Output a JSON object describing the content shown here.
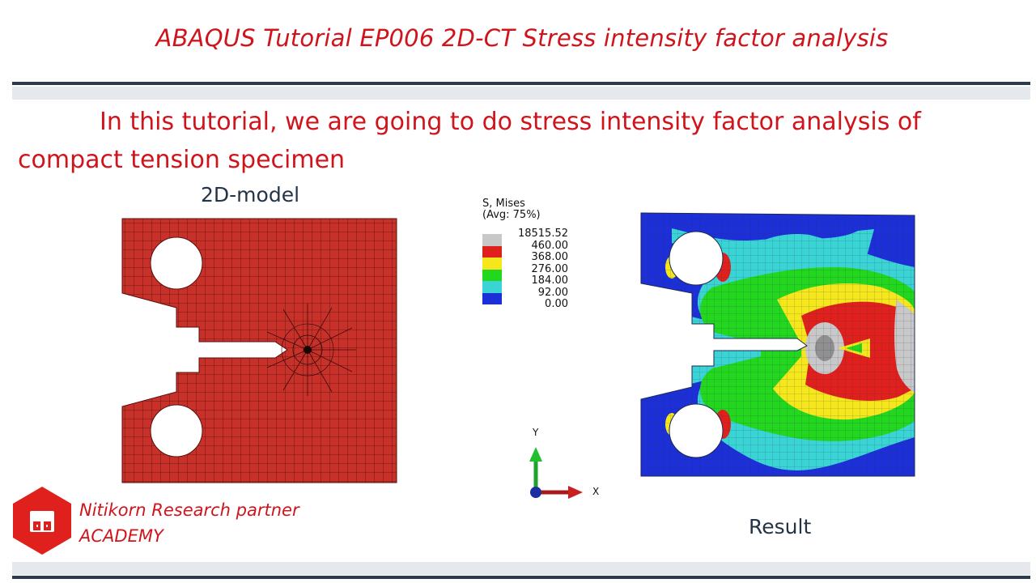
{
  "slide": {
    "title": "ABAQUS Tutorial EP006 2D-CT Stress intensity factor analysis",
    "intro_line1": "In this tutorial, we are going to do stress intensity factor analysis of",
    "intro_line2": "compact tension specimen"
  },
  "figures": {
    "model_caption": "2D-model",
    "result_caption": "Result"
  },
  "legend": {
    "title_line1": "S, Mises",
    "title_line2": "(Avg: 75%)",
    "values": [
      "18515.52",
      "460.00",
      "368.00",
      "276.00",
      "184.00",
      "92.00",
      "0.00"
    ],
    "colors": [
      "#c8c8c8",
      "#e0201c",
      "#f5e71c",
      "#23d61e",
      "#3ad4d4",
      "#1d2fd6"
    ]
  },
  "triad": {
    "x_label": "X",
    "y_label": "Y"
  },
  "brand": {
    "name": "Nitikorn Research partner",
    "subtitle": "ACADEMY"
  }
}
